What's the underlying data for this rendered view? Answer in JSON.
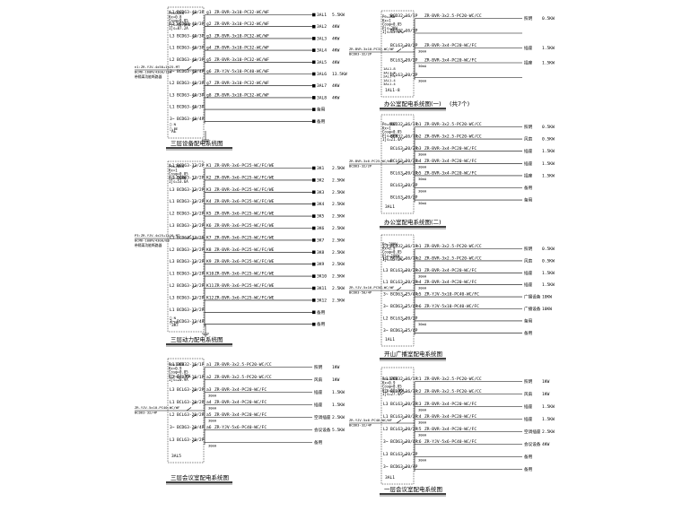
{
  "panels": [
    {
      "id": "p1",
      "params": [
        "Pe=61KW",
        "Kx=0.8",
        "Cosφ=0.85",
        "Pjs=48.8KW",
        "Ijs=87.2A"
      ],
      "incoming": [
        "n1:ZR-YJV-4x50+1x25-MT",
        "BCM6-160M/4300/100",
        "带隔离功能断路器"
      ],
      "caption": "三层设备配电系统图",
      "rows": [
        {
          "ph": "L1",
          "brk": "BCD63-40/3P",
          "no": "g1",
          "cable": "ZR-BVR-3x10-PC32-WC/WF",
          "load": "3AL1",
          "kw": "5.5KW"
        },
        {
          "ph": "L2",
          "brk": "BCD63-40/3P",
          "no": "g2",
          "cable": "ZR-BVR-3x10-PC32-WC/WF",
          "load": "3AL2",
          "kw": "4KW"
        },
        {
          "ph": "L3",
          "brk": "BCD63-40/3P",
          "no": "g3",
          "cable": "ZR-BVR-3x10-PC32-WC/WF",
          "load": "3AL3",
          "kw": "4KW"
        },
        {
          "ph": "L1",
          "brk": "BCD63-40/3P",
          "no": "g4",
          "cable": "ZR-BVR-3x10-PC32-WC/WF",
          "load": "3AL4",
          "kw": "4KW"
        },
        {
          "ph": "L2",
          "brk": "BCD63-40/3P",
          "no": "g5",
          "cable": "ZR-BVR-3x10-PC32-WC/WF",
          "load": "3AL5",
          "kw": "4KW"
        },
        {
          "ph": "3~",
          "brk": "BCD63-40/4P",
          "no": "g6",
          "cable": "ZR-YJV-5x10-PC40-WC/WF",
          "load": "3AL6",
          "kw": "13.5KW"
        },
        {
          "ph": "L2",
          "brk": "BCD63-40/3P",
          "no": "g7",
          "cable": "ZR-BVR-3x10-PC32-WC/WF",
          "load": "3AL7",
          "kw": "4KW"
        },
        {
          "ph": "L3",
          "brk": "BCD63-40/3P",
          "no": "g8",
          "cable": "ZR-BVR-3x10-PC32-WC/WF",
          "load": "3AL8",
          "kw": "4KW"
        },
        {
          "ph": "L1",
          "brk": "BCD63-40/3P",
          "no": "",
          "cable": "",
          "load": "备用",
          "kw": ""
        },
        {
          "ph": "3~",
          "brk": "BCD63-40/4P",
          "no": "",
          "cable": "",
          "load": "备用",
          "kw": ""
        }
      ],
      "box_tag": "AE",
      "grounds": [
        "□ N",
        "□ PE"
      ]
    },
    {
      "id": "p2",
      "params": [
        "Pe=30KW",
        "Kx=1",
        "Cosφ=0.85",
        "Pjs=30KW",
        "Ijs=53.6A"
      ],
      "incoming": [
        "P3:ZR-YJV-4x25+1x16-MT",
        "BCM6-100M/4300/80",
        "带隔离功能断路器"
      ],
      "caption": "三层动力配电系统图",
      "rows": [
        {
          "ph": "L1",
          "brk": "BCD63-32/2P",
          "no": "K1",
          "cable": "ZR-BVR-3x6-PC25-WC/FC/WE",
          "load": "3K1",
          "kw": "2.5KW"
        },
        {
          "ph": "L2",
          "brk": "BCD63-32/2P",
          "no": "K2",
          "cable": "ZR-BVR-3x6-PC25-WC/FC/WE",
          "load": "3K2",
          "kw": "2.5KW"
        },
        {
          "ph": "L3",
          "brk": "BCD63-32/2P",
          "no": "K3",
          "cable": "ZR-BVR-3x6-PC25-WC/FC/WE",
          "load": "3K3",
          "kw": "2.5KW"
        },
        {
          "ph": "L1",
          "brk": "BCD63-32/2P",
          "no": "K4",
          "cable": "ZR-BVR-3x6-PC25-WC/FC/WE",
          "load": "3K4",
          "kw": "2.5KW"
        },
        {
          "ph": "L2",
          "brk": "BCD63-32/2P",
          "no": "K5",
          "cable": "ZR-BVR-3x6-PC25-WC/FC/WE",
          "load": "3K5",
          "kw": "2.5KW"
        },
        {
          "ph": "L3",
          "brk": "BCD63-32/2P",
          "no": "K6",
          "cable": "ZR-BVR-3x6-PC25-WC/FC/WE",
          "load": "3K6",
          "kw": "2.5KW"
        },
        {
          "ph": "L1",
          "brk": "BCD63-32/2P",
          "no": "K7",
          "cable": "ZR-BVR-3x6-PC25-WC/FC/WE",
          "load": "3K7",
          "kw": "2.5KW"
        },
        {
          "ph": "L2",
          "brk": "BCD63-32/2P",
          "no": "K8",
          "cable": "ZR-BVR-3x6-PC25-WC/FC/WE",
          "load": "3K8",
          "kw": "2.5KW"
        },
        {
          "ph": "L3",
          "brk": "BCD63-32/2P",
          "no": "K9",
          "cable": "ZR-BVR-3x6-PC25-WC/FC/WE",
          "load": "3K9",
          "kw": "2.5KW"
        },
        {
          "ph": "L1",
          "brk": "BCD63-32/2P",
          "no": "K10",
          "cable": "ZR-BVR-3x6-PC25-WC/FC/WE",
          "load": "3K10",
          "kw": "2.5KW"
        },
        {
          "ph": "L2",
          "brk": "BCD63-32/2P",
          "no": "K11",
          "cable": "ZR-BVR-3x6-PC25-WC/FC/WE",
          "load": "3K11",
          "kw": "2.5KW"
        },
        {
          "ph": "L3",
          "brk": "BCD63-32/2P",
          "no": "K12",
          "cable": "ZR-BVR-3x6-PC25-WC/FC/WE",
          "load": "3K12",
          "kw": "2.5KW"
        },
        {
          "ph": "L1",
          "brk": "BCD63-32/2P",
          "no": "",
          "cable": "",
          "load": "备用",
          "kw": ""
        },
        {
          "ph": "3~",
          "brk": "BCD63-32/4P",
          "no": "",
          "cable": "",
          "load": "备用",
          "kw": ""
        }
      ],
      "box_tag": "3KT",
      "grounds": [
        "□ N",
        "□ PE"
      ]
    },
    {
      "id": "p3",
      "params": [
        "Pe=13KW",
        "Kx=0.9",
        "Cosφ=0.85",
        "Pjs=11.7KW",
        "Ijs=20.9A"
      ],
      "incoming": [
        "ZR-YJV-5x10-PC40-WC/WF",
        "BCD63-32/4P"
      ],
      "caption": "三层会议室配电系统图",
      "rows": [
        {
          "ph": "L1",
          "brk": "BCD32-16/1P",
          "no": "a1",
          "cable": "ZR-BVR-3x2.5-PC20-WC/CC",
          "load": "照明",
          "kw": "1KW",
          "rcd": ""
        },
        {
          "ph": "L2",
          "brk": "BCD32-16/1P",
          "no": "a2",
          "cable": "ZR-BVR-3x2.5-PC20-WC/CC",
          "load": "风扇",
          "kw": "1KW",
          "rcd": ""
        },
        {
          "ph": "L3",
          "brk": "BCL63-20/2P",
          "no": "a3",
          "cable": "ZR-BVR-3x4-PC20-WC/FC",
          "load": "插座",
          "kw": "1.5KW",
          "rcd": "30mA"
        },
        {
          "ph": "L1",
          "brk": "BCL63-20/2P",
          "no": "a4",
          "cable": "ZR-BVR-3x4-PC20-WC/FC",
          "load": "插座",
          "kw": "1.5KW",
          "rcd": "30mA"
        },
        {
          "ph": "L2",
          "brk": "BCL63-20/2P",
          "no": "a5",
          "cable": "ZR-BVR-3x4-PC20-WC/FC",
          "load": "空调插座",
          "kw": "2.5KW",
          "rcd": "30mA"
        },
        {
          "ph": "3~",
          "brk": "BCD63-20/4P",
          "no": "a6",
          "cable": "ZR-YJV-5x6-PC40-WC/FC",
          "load": "会议设备",
          "kw": "5.5KW",
          "rcd": ""
        },
        {
          "ph": "L3",
          "brk": "BCL63-20/2P",
          "no": "",
          "cable": "",
          "load": "备用",
          "kw": "",
          "rcd": "30mA"
        }
      ],
      "box_tag": "3AL5"
    },
    {
      "id": "p4",
      "params": [
        "Pe=3KW",
        "Kx=1",
        "Cosφ=0.85",
        "Pjs=3KW",
        "Ijs=13.6A"
      ],
      "incoming": [
        "ZR-BVR-3x10-PC32-WC/WF",
        "BCD63-32/2P"
      ],
      "caption": "办公室配电系统图(一)",
      "caption_note": "(共7个)",
      "rows": [
        {
          "ph": "",
          "brk": "BCD32-16/1P",
          "no": "",
          "cable": "ZR-BVR-3x2.5-PC20-WC/CC",
          "load": "照明",
          "kw": "0.5KW",
          "rcd": ""
        },
        {
          "ph": "",
          "brk": "BCD32-16/1P",
          "no": "",
          "cable": "",
          "load": "",
          "kw": "",
          "rcd": ""
        },
        {
          "ph": "",
          "brk": "BCL63-20/2P",
          "no": "",
          "cable": "ZR-BVR-3x4-PC20-WC/FC",
          "load": "插座",
          "kw": "1.5KW",
          "rcd": "30mA"
        },
        {
          "ph": "",
          "brk": "BCL63-20/2P",
          "no": "",
          "cable": "ZR-BVR-3x4-PC20-WC/FC",
          "load": "插座",
          "kw": "1.5KW",
          "rcd": "30mA"
        },
        {
          "ph": "",
          "brk": "BCL63-20/2P",
          "no": "",
          "cable": "",
          "load": "",
          "kw": "",
          "rcd": "30mA"
        }
      ],
      "box_tag": "1AL1-8",
      "side_notes": [
        "1AL1-8",
        "3AL1-8",
        "2AL1-4",
        "1AL1-4",
        "3AL1-4"
      ]
    },
    {
      "id": "p5",
      "params": [
        "Pe=4KW",
        "Kx=1",
        "Cosφ=0.85",
        "Pjs=4KW",
        "Ijs=21.4A"
      ],
      "incoming": [
        "ZR-BVR-3x6-PC25-WC/WF",
        "BCD63-32/2P"
      ],
      "caption": "办公室配电系统图(二)",
      "rows": [
        {
          "ph": "",
          "brk": "BCD32-16/1P",
          "no": "b1",
          "cable": "ZR-BVR-3x2.5-PC20-WC/CC",
          "load": "照明",
          "kw": "0.5KW",
          "rcd": ""
        },
        {
          "ph": "",
          "brk": "BCD32-16/1P",
          "no": "b2",
          "cable": "ZR-BVR-3x2.5-PC20-WC/CC",
          "load": "风扇",
          "kw": "0.5KW",
          "rcd": ""
        },
        {
          "ph": "",
          "brk": "BCL63-20/2P",
          "no": "b3",
          "cable": "ZR-BVR-3x4-PC20-WC/FC",
          "load": "插座",
          "kw": "1.5KW",
          "rcd": "30mA"
        },
        {
          "ph": "",
          "brk": "BCL63-20/2P",
          "no": "b4",
          "cable": "ZR-BVR-3x4-PC20-WC/FC",
          "load": "插座",
          "kw": "1.5KW",
          "rcd": "30mA"
        },
        {
          "ph": "",
          "brk": "BCL63-20/2P",
          "no": "b5",
          "cable": "ZR-BVR-3x4-PC20-WC/FC",
          "load": "插座",
          "kw": "1.5KW",
          "rcd": "30mA"
        },
        {
          "ph": "",
          "brk": "BCL63-20/2P",
          "no": "",
          "cable": "",
          "load": "备用",
          "kw": "",
          "rcd": "30mA"
        },
        {
          "ph": "",
          "brk": "BCL63-20/2P",
          "no": "",
          "cable": "",
          "load": "备用",
          "kw": "",
          "rcd": "30mA"
        }
      ],
      "box_tag": "3AL1"
    },
    {
      "id": "p6",
      "params": [
        "Pe=20KW",
        "Kx=0.9",
        "Cosφ=0.85",
        "Pjs=18KW",
        "Ijs=32.2A"
      ],
      "incoming": [
        "ZR-YJV-5x16-PC50-WC/WF",
        "BCD63-50/4P"
      ],
      "caption": "开山广播室配电系统图",
      "rows": [
        {
          "ph": "L1",
          "brk": "BCD32-16/1P",
          "no": "e1",
          "cable": "ZR-BVR-3x2.5-PC20-WC/CC",
          "load": "照明",
          "kw": "0.5KW",
          "rcd": ""
        },
        {
          "ph": "L2",
          "brk": "BCD32-16/1P",
          "no": "e2",
          "cable": "ZR-BVR-3x2.5-PC20-WC/CC",
          "load": "风扇",
          "kw": "0.5KW",
          "rcd": ""
        },
        {
          "ph": "L3",
          "brk": "BCL63-20/2P",
          "no": "e3",
          "cable": "ZR-BVR-3x4-PC20-WC/FC",
          "load": "插座",
          "kw": "1.5KW",
          "rcd": "30mA"
        },
        {
          "ph": "L1",
          "brk": "BCL63-20/2P",
          "no": "e4",
          "cable": "ZR-BVR-3x4-PC20-WC/FC",
          "load": "插座",
          "kw": "1.5KW",
          "rcd": "30mA"
        },
        {
          "ph": "3~",
          "brk": "BCD63-25/4P",
          "no": "e5",
          "cable": "ZR-YJV-5x10-PC40-WC/FC",
          "load": "广播设备",
          "kw": "10KW",
          "rcd": ""
        },
        {
          "ph": "3~",
          "brk": "BCD63-25/4P",
          "no": "e6",
          "cable": "ZR-YJV-5x10-PC40-WC/FC",
          "load": "广播设备",
          "kw": "10KW",
          "rcd": ""
        },
        {
          "ph": "L2",
          "brk": "BCL63-20/2P",
          "no": "",
          "cable": "",
          "load": "备用",
          "kw": "",
          "rcd": "30mA"
        },
        {
          "ph": "3~",
          "brk": "BCD63-25/4P",
          "no": "",
          "cable": "",
          "load": "备用",
          "kw": "",
          "rcd": ""
        }
      ],
      "box_tag": "1AL1"
    },
    {
      "id": "p7",
      "params": [
        "Pe=17KW",
        "Kx=0.9",
        "Cosφ=0.85",
        "Pjs=15.3KW",
        "Ijs=27.4A"
      ],
      "incoming": [
        "ZR-YJV-5x6-PC40-WC/WF",
        "BCD63-32/4P"
      ],
      "caption": "一层会议室配电系统图",
      "rows": [
        {
          "ph": "L1",
          "brk": "BCD32-16/1P",
          "no": "c1",
          "cable": "ZR-BVR-3x2.5-PC20-WC/CC",
          "load": "照明",
          "kw": "1KW",
          "rcd": ""
        },
        {
          "ph": "L2",
          "brk": "BCD32-16/1P",
          "no": "c2",
          "cable": "ZR-BVR-3x2.5-PC20-WC/CC",
          "load": "风扇",
          "kw": "1KW",
          "rcd": ""
        },
        {
          "ph": "L3",
          "brk": "BCL63-20/2P",
          "no": "c3",
          "cable": "ZR-BVR-3x4-PC20-WC/FC",
          "load": "插座",
          "kw": "1.5KW",
          "rcd": "30mA"
        },
        {
          "ph": "L1",
          "brk": "BCL63-20/2P",
          "no": "c4",
          "cable": "ZR-BVR-3x4-PC20-WC/FC",
          "load": "插座",
          "kw": "1.5KW",
          "rcd": "30mA"
        },
        {
          "ph": "L2",
          "brk": "BCL63-20/2P",
          "no": "c5",
          "cable": "ZR-BVR-3x4-PC20-WC/FC",
          "load": "空调插座",
          "kw": "2.5KW",
          "rcd": "30mA"
        },
        {
          "ph": "3~",
          "brk": "BCD63-20/4P",
          "no": "c6",
          "cable": "ZR-YJV-5x6-PC40-WC/FC",
          "load": "会议设备",
          "kw": "4KW",
          "rcd": ""
        },
        {
          "ph": "L3",
          "brk": "BCL63-20/2P",
          "no": "",
          "cable": "",
          "load": "备用",
          "kw": "",
          "rcd": "30mA"
        },
        {
          "ph": "3~",
          "brk": "BCD63-20/4P",
          "no": "",
          "cable": "",
          "load": "备用",
          "kw": "",
          "rcd": ""
        }
      ],
      "box_tag": "3AL1"
    }
  ]
}
